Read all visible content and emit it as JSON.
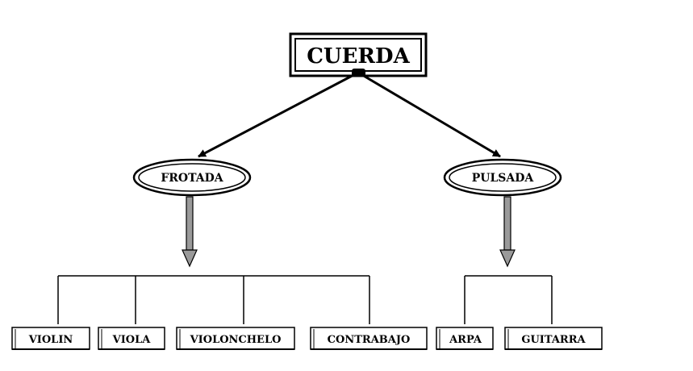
{
  "root": {
    "label": "CUERDA"
  },
  "branches": [
    {
      "label": "FROTADA",
      "leaves": [
        "VIOLIN",
        "VIOLA",
        "VIOLONCHELO",
        "CONTRABAJO"
      ]
    },
    {
      "label": "PULSADA",
      "leaves": [
        "ARPA",
        "GUITARRA"
      ]
    }
  ],
  "colors": {
    "ink": "#000000",
    "shaft": "#9a9a9a",
    "paper": "#ffffff"
  }
}
